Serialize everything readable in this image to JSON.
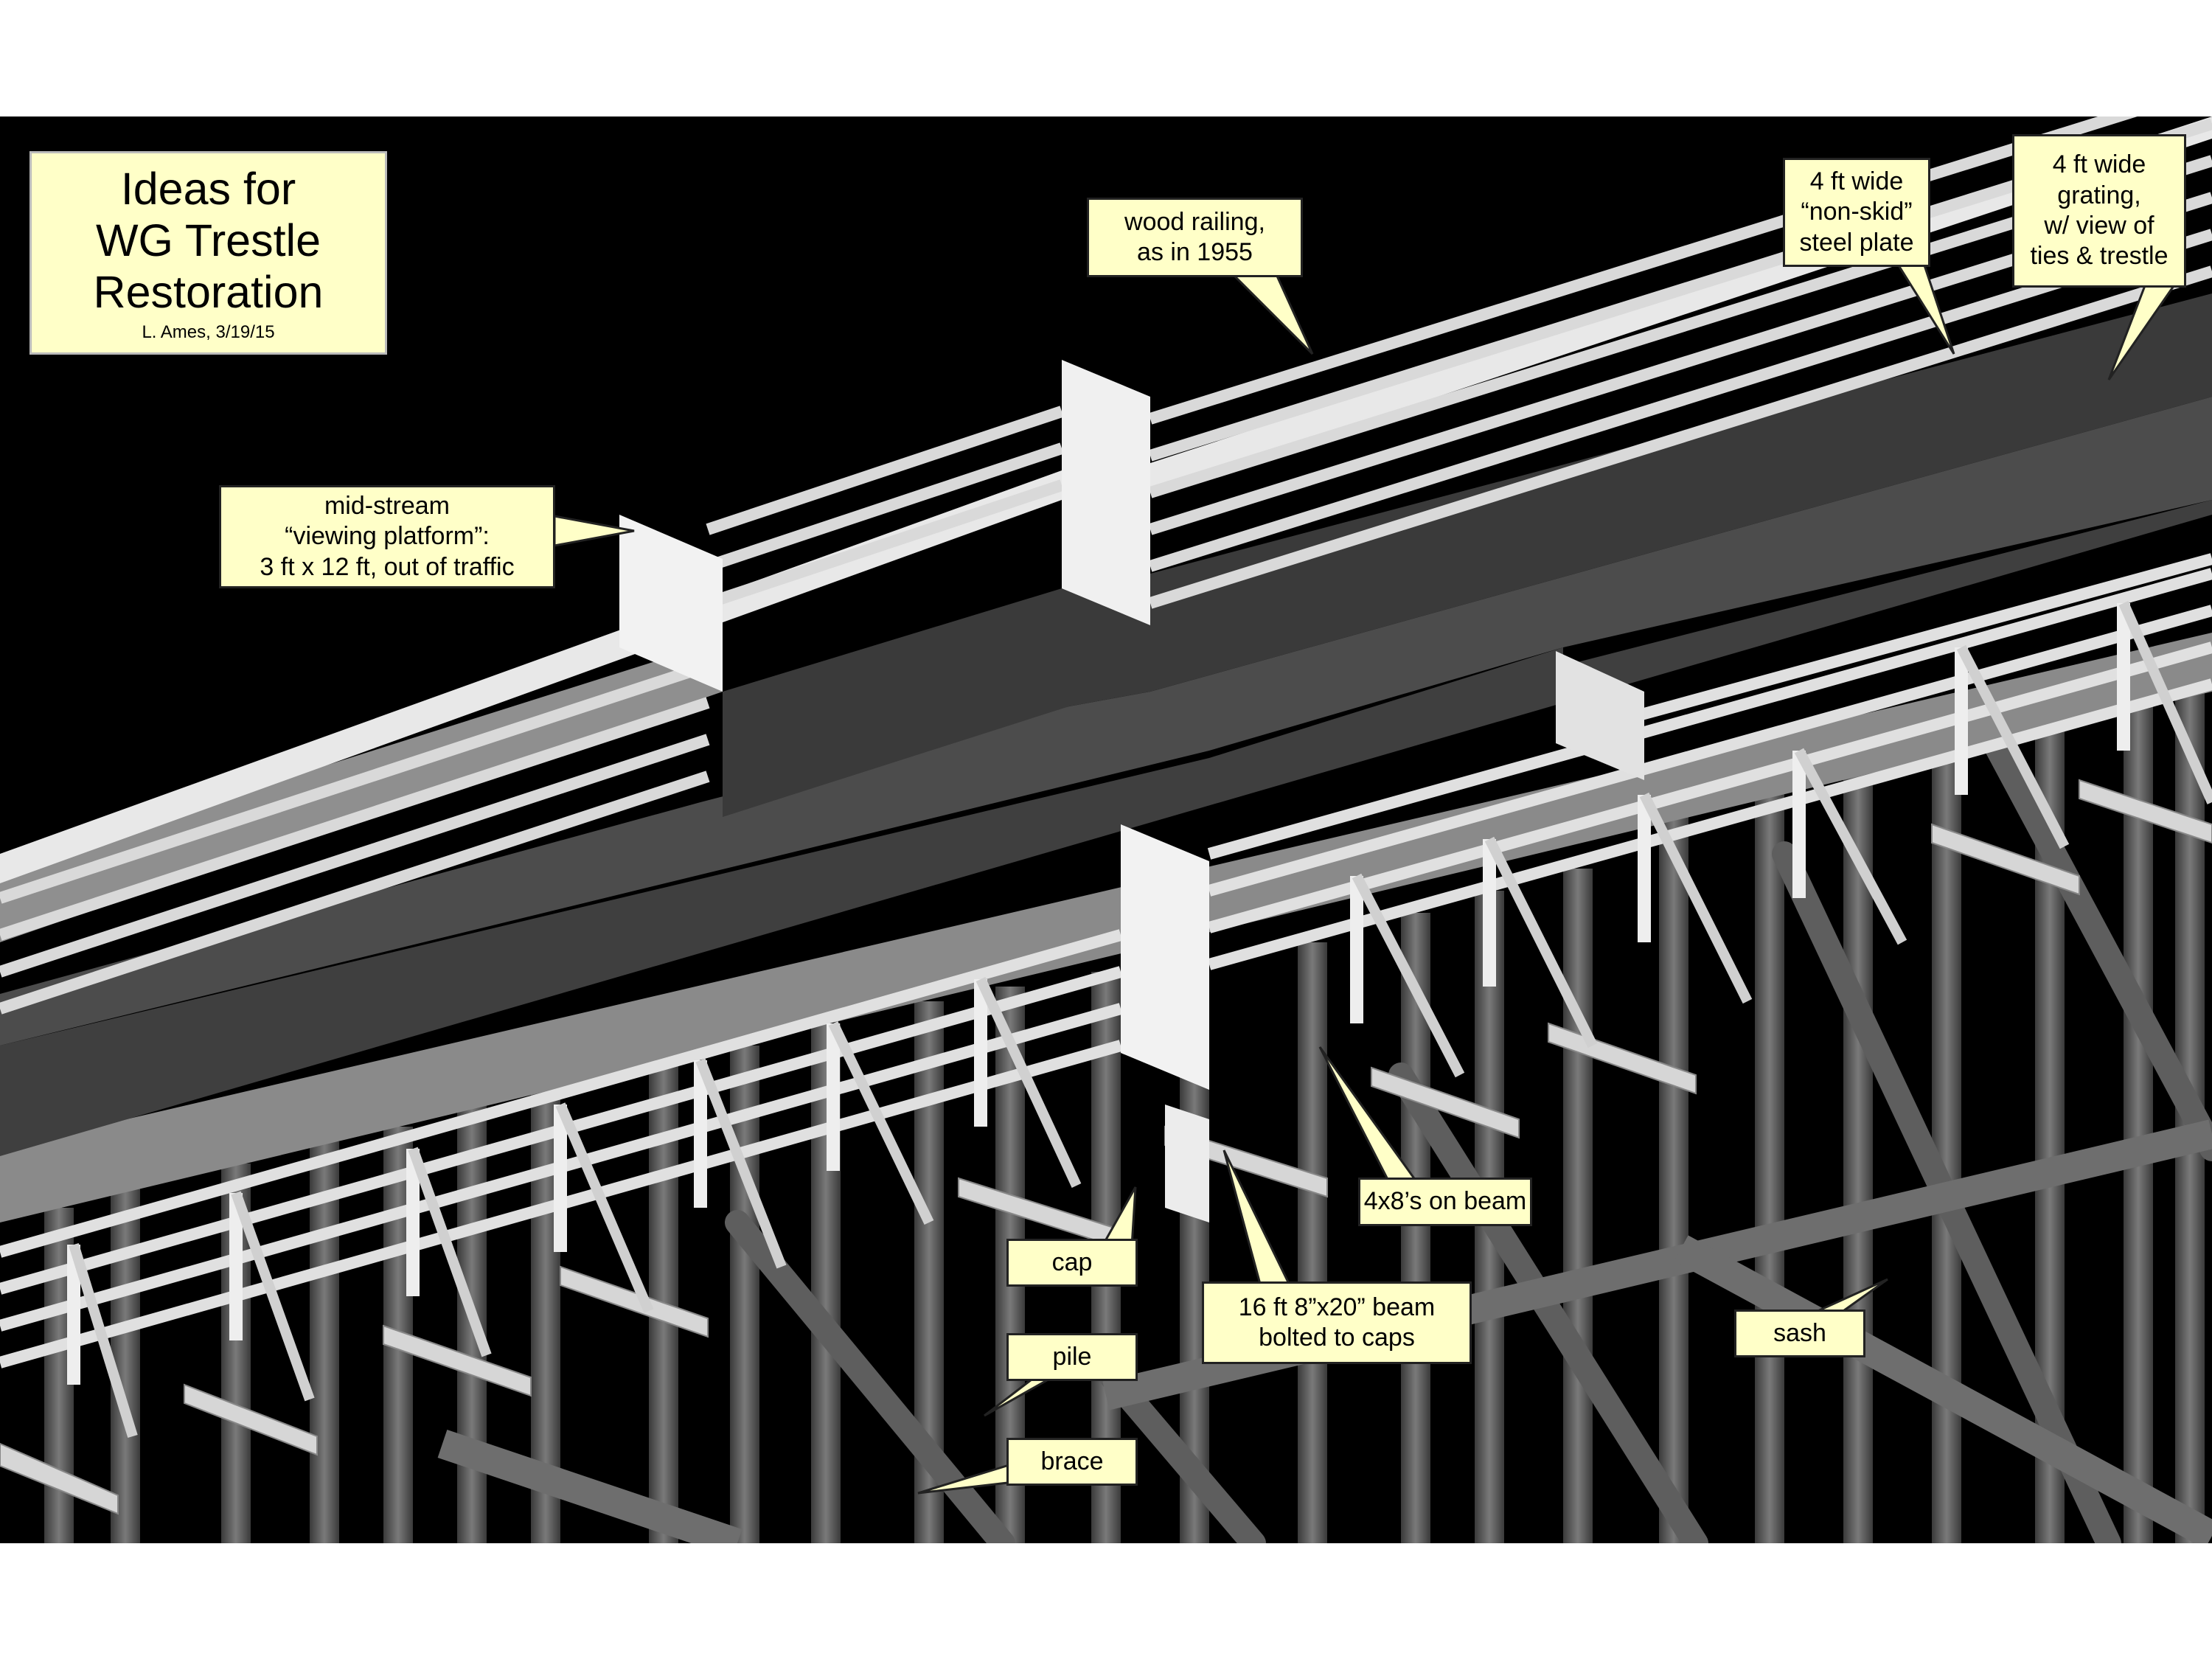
{
  "title_box": {
    "lines": [
      "Ideas for",
      "WG Trestle",
      "Restoration"
    ],
    "author": "L. Ames, 3/19/15"
  },
  "labels": {
    "viewing_platform": [
      "mid-stream",
      "“viewing platform”:",
      "3 ft x 12 ft, out of traffic"
    ],
    "wood_railing": [
      "wood railing,",
      "as in 1955"
    ],
    "steel_plate": [
      "4 ft wide",
      "“non-skid”",
      "steel plate"
    ],
    "grating": [
      "4 ft wide",
      "grating,",
      "w/ view of",
      "ties & trestle"
    ],
    "four_by_eights": [
      "4x8’s on beam"
    ],
    "beam": [
      "16 ft 8”x20” beam",
      "bolted to caps"
    ],
    "cap": [
      "cap"
    ],
    "pile": [
      "pile"
    ],
    "brace": [
      "brace"
    ],
    "sash": [
      "sash"
    ]
  },
  "colors": {
    "background": "#000000",
    "page": "#ffffff",
    "label_fill": "#ffffc8",
    "railing": "#dcdcdc",
    "deck_plate": "#444444",
    "deck_grating": "#9a9a9a",
    "timber": "#6a6a6a"
  }
}
